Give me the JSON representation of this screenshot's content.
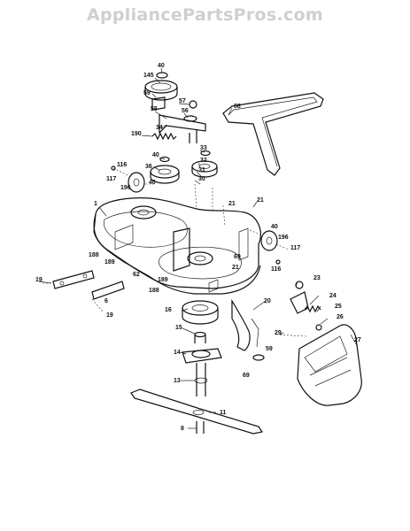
{
  "watermark": "AppliancePartsPros.com",
  "callouts": [
    "40",
    "145",
    "59",
    "57",
    "56",
    "55",
    "68",
    "34",
    "190",
    "33",
    "32",
    "40",
    "36",
    "31",
    "30",
    "116",
    "117",
    "196",
    "40",
    "1",
    "21",
    "21",
    "188",
    "189",
    "62",
    "189",
    "188",
    "69",
    "21",
    "40",
    "196",
    "117",
    "116",
    "19",
    "6",
    "19",
    "23",
    "24",
    "25",
    "26",
    "20",
    "16",
    "29",
    "27",
    "15",
    "59",
    "14",
    "69",
    "13",
    "11",
    "8"
  ],
  "colors": {
    "line": "#111111",
    "watermark": "#cfcfcf",
    "background": "#ffffff"
  }
}
